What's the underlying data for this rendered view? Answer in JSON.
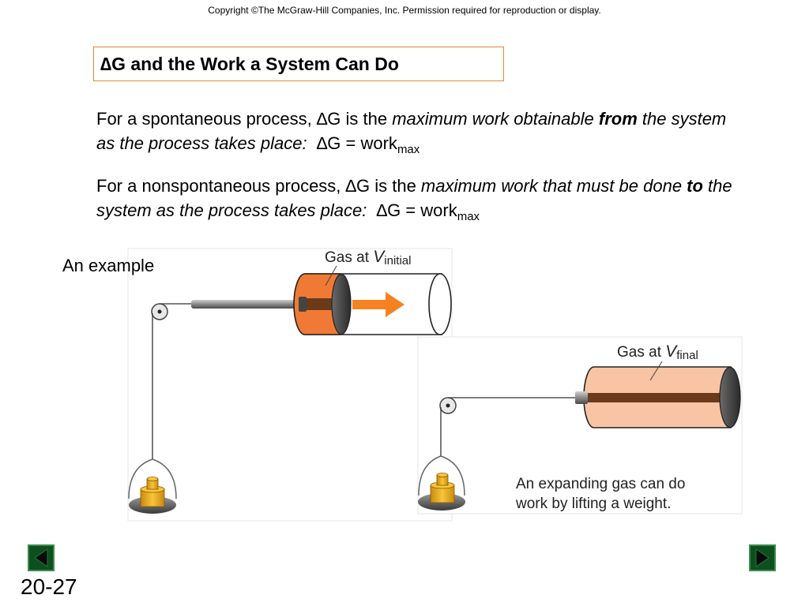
{
  "header": {
    "copyright": "Copyright ©The McGraw-Hill Companies, Inc.  Permission required for reproduction or display."
  },
  "slide": {
    "title_symbol": "∆",
    "title_text": "G and the Work a System Can Do",
    "p1": {
      "a": "For a spontaneous process, ",
      "delta": "∆",
      "b": "G is the ",
      "c_italic": "maximum work obtainable ",
      "d_bold_italic": "from",
      "e_italic": " the system as the process takes place:",
      "f": "  ",
      "delta2": "∆",
      "g": "G = work",
      "sub": "max"
    },
    "p2": {
      "a": "For a nonspontaneous process, ",
      "delta": "∆",
      "b": "G is the ",
      "c_italic": "maximum work that must be done ",
      "d_bold_italic": "to",
      "e_italic": " the system as the process takes place:",
      "f": "  ",
      "delta2": "∆",
      "g": "G = work",
      "sub": "max"
    },
    "example_label": "An example",
    "slide_number": "20-27"
  },
  "figure": {
    "label_initial_prefix": "Gas at ",
    "label_initial_var": "V",
    "label_initial_sub": "initial",
    "label_final_prefix": "Gas at ",
    "label_final_var": "V",
    "label_final_sub": "final",
    "caption_line1": "An expanding gas can do",
    "caption_line2": "work by lifting a weight."
  },
  "colors": {
    "gas_initial": "#f07a35",
    "gas_final": "#f8c4a4",
    "arrow": "#f58220",
    "weight": "#f0b31a",
    "title_border": "#e2873a",
    "nav_button": "#0e4f1f"
  },
  "nav": {
    "prev_icon": "triangle-left-icon",
    "next_icon": "triangle-right-icon"
  }
}
